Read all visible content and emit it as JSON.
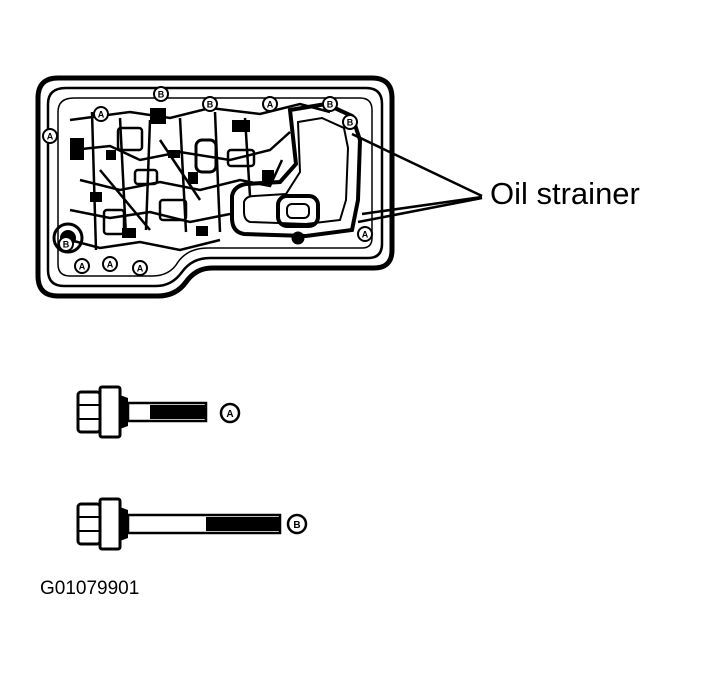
{
  "callout": {
    "label": "Oil strainer"
  },
  "bolts": [
    {
      "key": "A",
      "letter": "A"
    },
    {
      "key": "B",
      "letter": "B"
    }
  ],
  "pan_markers": [
    "A",
    "A",
    "B",
    "B",
    "A",
    "B",
    "B",
    "A",
    "A",
    "A",
    "A",
    "B"
  ],
  "figure_id": "G01079901",
  "colors": {
    "ink": "#000000",
    "paper": "#ffffff"
  }
}
